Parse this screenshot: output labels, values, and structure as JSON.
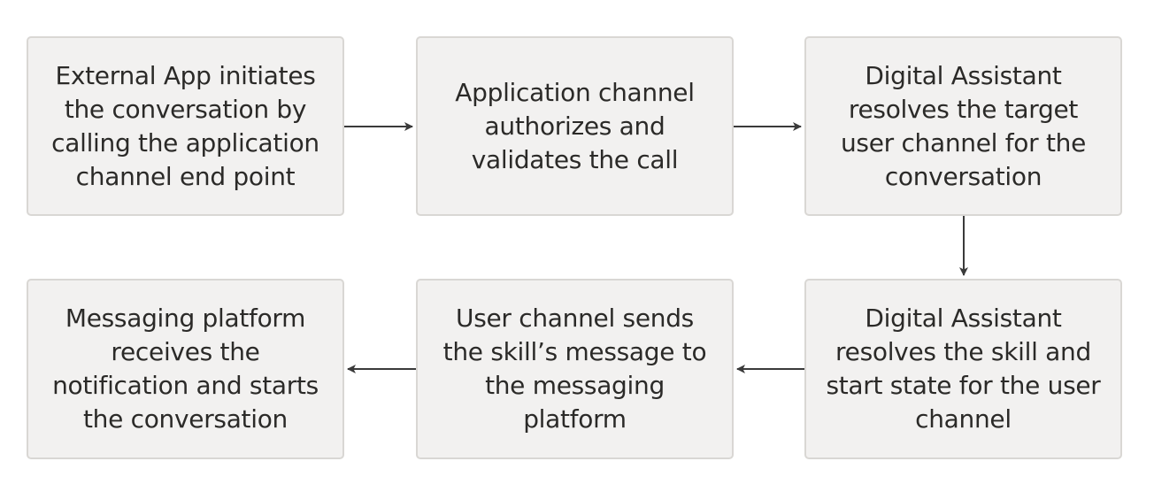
{
  "steps": [
    {
      "id": "step-1",
      "text": "External App initiates the conversation by calling the application channel end point"
    },
    {
      "id": "step-2",
      "text": "Application channel authorizes and validates the call"
    },
    {
      "id": "step-3",
      "text": "Digital Assistant resolves the target user channel for the conversation"
    },
    {
      "id": "step-4",
      "text": "Digital Assistant resolves the skill and start state for the user channel"
    },
    {
      "id": "step-5",
      "text": "User channel sends the skill’s message to the messaging platform"
    },
    {
      "id": "step-6",
      "text": "Messaging platform receives the notification and starts the conversation"
    }
  ],
  "colors": {
    "box_fill": "#f2f1f0",
    "box_border": "#d9d7d4",
    "text": "#2b2a28",
    "arrow": "#3a3a3a"
  }
}
